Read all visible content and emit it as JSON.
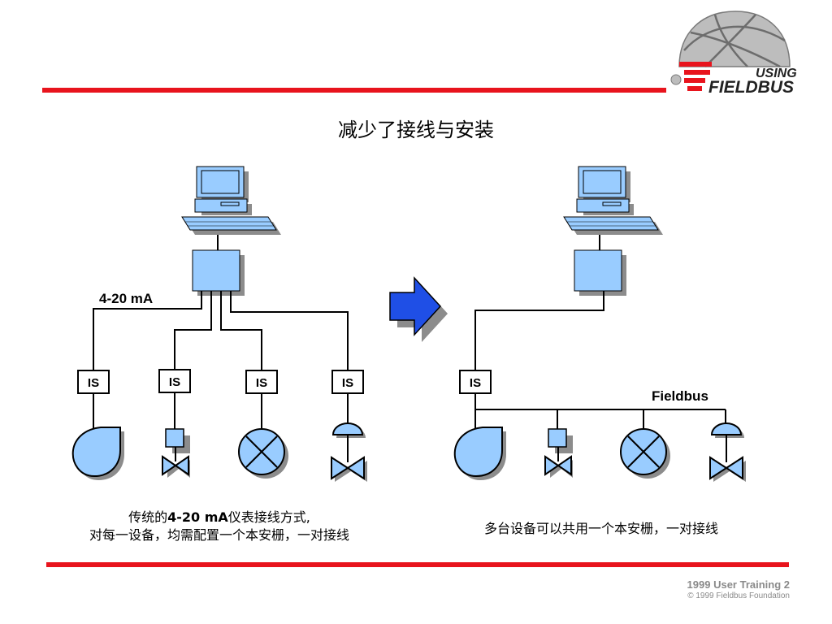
{
  "slide": {
    "title": "减少了接线与安装",
    "logo": {
      "line1": "USING",
      "line2": "FIELDBUS"
    },
    "colors": {
      "rule": "#e8141d",
      "device_fill": "#99ccff",
      "device_shadow": "#8c8c8c",
      "arrow": "#1f4fe6"
    }
  },
  "left_panel": {
    "signal_label": "4-20 mA",
    "barrier_labels": [
      "IS",
      "IS",
      "IS",
      "IS"
    ],
    "caption_line1_prefix": "传统的",
    "caption_line1_bold": "4-20 mA",
    "caption_line1_suffix": "仪表接线方式,",
    "caption_line2": "对每一设备，均需配置一个本安栅，一对接线"
  },
  "right_panel": {
    "barrier_label": "IS",
    "bus_label": "Fieldbus",
    "caption": "多台设备可以共用一个本安栅，一对接线"
  },
  "footer": {
    "title": "1999 User Training 2",
    "copyright": "© 1999 Fieldbus Foundation"
  }
}
